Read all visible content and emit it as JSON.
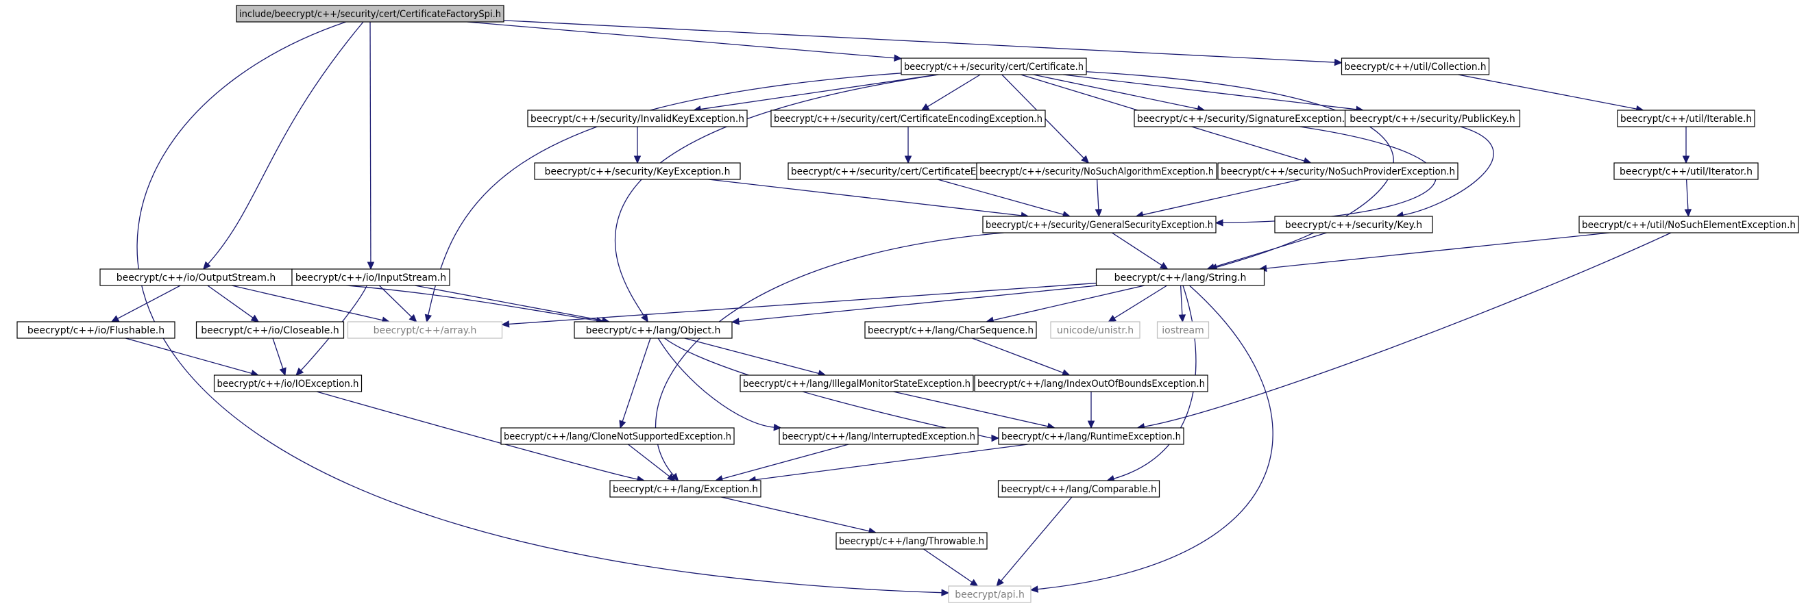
{
  "diagram": {
    "nodes": [
      {
        "id": "root",
        "label": "include/beecrypt/c++/security/cert/CertificateFactorySpi.h",
        "kind": "root"
      },
      {
        "id": "cert",
        "label": "beecrypt/c++/security/cert/Certificate.h",
        "kind": "normal"
      },
      {
        "id": "coll",
        "label": "beecrypt/c++/util/Collection.h",
        "kind": "normal"
      },
      {
        "id": "invk",
        "label": "beecrypt/c++/security/InvalidKeyException.h",
        "kind": "normal"
      },
      {
        "id": "cenc",
        "label": "beecrypt/c++/security/cert/CertificateEncodingException.h",
        "kind": "normal"
      },
      {
        "id": "sigx",
        "label": "beecrypt/c++/security/SignatureException.h",
        "kind": "normal"
      },
      {
        "id": "pubk",
        "label": "beecrypt/c++/security/PublicKey.h",
        "kind": "normal"
      },
      {
        "id": "iter",
        "label": "beecrypt/c++/util/Iterable.h",
        "kind": "normal"
      },
      {
        "id": "keyx",
        "label": "beecrypt/c++/security/KeyException.h",
        "kind": "normal"
      },
      {
        "id": "cexc",
        "label": "beecrypt/c++/security/cert/CertificateException.h",
        "kind": "normal"
      },
      {
        "id": "nsal",
        "label": "beecrypt/c++/security/NoSuchAlgorithmException.h",
        "kind": "normal"
      },
      {
        "id": "nspr",
        "label": "beecrypt/c++/security/NoSuchProviderException.h",
        "kind": "normal"
      },
      {
        "id": "itor",
        "label": "beecrypt/c++/util/Iterator.h",
        "kind": "normal"
      },
      {
        "id": "gsex",
        "label": "beecrypt/c++/security/GeneralSecurityException.h",
        "kind": "normal"
      },
      {
        "id": "keyh",
        "label": "beecrypt/c++/security/Key.h",
        "kind": "normal"
      },
      {
        "id": "nsel",
        "label": "beecrypt/c++/util/NoSuchElementException.h",
        "kind": "normal"
      },
      {
        "id": "ostr",
        "label": "beecrypt/c++/io/OutputStream.h",
        "kind": "normal"
      },
      {
        "id": "istr",
        "label": "beecrypt/c++/io/InputStream.h",
        "kind": "normal"
      },
      {
        "id": "strh",
        "label": "beecrypt/c++/lang/String.h",
        "kind": "normal"
      },
      {
        "id": "flsh",
        "label": "beecrypt/c++/io/Flushable.h",
        "kind": "normal"
      },
      {
        "id": "clsb",
        "label": "beecrypt/c++/io/Closeable.h",
        "kind": "normal"
      },
      {
        "id": "arry",
        "label": "beecrypt/c++/array.h",
        "kind": "external"
      },
      {
        "id": "objh",
        "label": "beecrypt/c++/lang/Object.h",
        "kind": "normal"
      },
      {
        "id": "chsq",
        "label": "beecrypt/c++/lang/CharSequence.h",
        "kind": "normal"
      },
      {
        "id": "unis",
        "label": "unicode/unistr.h",
        "kind": "external"
      },
      {
        "id": "iost",
        "label": "iostream",
        "kind": "external"
      },
      {
        "id": "ioex",
        "label": "beecrypt/c++/io/IOException.h",
        "kind": "normal"
      },
      {
        "id": "imsx",
        "label": "beecrypt/c++/lang/IllegalMonitorStateException.h",
        "kind": "normal"
      },
      {
        "id": "ioob",
        "label": "beecrypt/c++/lang/IndexOutOfBoundsException.h",
        "kind": "normal"
      },
      {
        "id": "clnx",
        "label": "beecrypt/c++/lang/CloneNotSupportedException.h",
        "kind": "normal"
      },
      {
        "id": "intx",
        "label": "beecrypt/c++/lang/InterruptedException.h",
        "kind": "normal"
      },
      {
        "id": "rtex",
        "label": "beecrypt/c++/lang/RuntimeException.h",
        "kind": "normal"
      },
      {
        "id": "exch",
        "label": "beecrypt/c++/lang/Exception.h",
        "kind": "normal"
      },
      {
        "id": "cmpr",
        "label": "beecrypt/c++/lang/Comparable.h",
        "kind": "normal"
      },
      {
        "id": "thrw",
        "label": "beecrypt/c++/lang/Throwable.h",
        "kind": "normal"
      },
      {
        "id": "apih",
        "label": "beecrypt/api.h",
        "kind": "external"
      }
    ],
    "edges": [
      [
        "root",
        "cert"
      ],
      [
        "root",
        "coll"
      ],
      [
        "root",
        "ostr"
      ],
      [
        "root",
        "istr"
      ],
      [
        "root",
        "apih"
      ],
      [
        "cert",
        "invk"
      ],
      [
        "cert",
        "cenc"
      ],
      [
        "cert",
        "sigx"
      ],
      [
        "cert",
        "pubk"
      ],
      [
        "cert",
        "nsal"
      ],
      [
        "cert",
        "nspr"
      ],
      [
        "cert",
        "strh"
      ],
      [
        "cert",
        "objh"
      ],
      [
        "cert",
        "arry"
      ],
      [
        "coll",
        "iter"
      ],
      [
        "iter",
        "itor"
      ],
      [
        "itor",
        "nsel"
      ],
      [
        "nsel",
        "strh"
      ],
      [
        "nsel",
        "rtex"
      ],
      [
        "invk",
        "keyx"
      ],
      [
        "keyx",
        "gsex"
      ],
      [
        "cenc",
        "cexc"
      ],
      [
        "cexc",
        "gsex"
      ],
      [
        "sigx",
        "gsex"
      ],
      [
        "pubk",
        "keyh"
      ],
      [
        "keyh",
        "strh"
      ],
      [
        "nsal",
        "gsex"
      ],
      [
        "nspr",
        "gsex"
      ],
      [
        "gsex",
        "strh"
      ],
      [
        "gsex",
        "exch"
      ],
      [
        "ostr",
        "flsh"
      ],
      [
        "ostr",
        "clsb"
      ],
      [
        "ostr",
        "arry"
      ],
      [
        "ostr",
        "objh"
      ],
      [
        "istr",
        "arry"
      ],
      [
        "istr",
        "objh"
      ],
      [
        "istr",
        "ioex"
      ],
      [
        "flsh",
        "ioex"
      ],
      [
        "clsb",
        "ioex"
      ],
      [
        "ioex",
        "exch"
      ],
      [
        "strh",
        "arry"
      ],
      [
        "strh",
        "objh"
      ],
      [
        "strh",
        "chsq"
      ],
      [
        "strh",
        "unis"
      ],
      [
        "strh",
        "iost"
      ],
      [
        "strh",
        "cmpr"
      ],
      [
        "strh",
        "apih"
      ],
      [
        "objh",
        "imsx"
      ],
      [
        "objh",
        "clnx"
      ],
      [
        "objh",
        "intx"
      ],
      [
        "objh",
        "rtex"
      ],
      [
        "chsq",
        "ioob"
      ],
      [
        "ioob",
        "rtex"
      ],
      [
        "imsx",
        "rtex"
      ],
      [
        "rtex",
        "exch"
      ],
      [
        "clnx",
        "exch"
      ],
      [
        "intx",
        "exch"
      ],
      [
        "exch",
        "thrw"
      ],
      [
        "thrw",
        "apih"
      ],
      [
        "cmpr",
        "apih"
      ]
    ]
  }
}
